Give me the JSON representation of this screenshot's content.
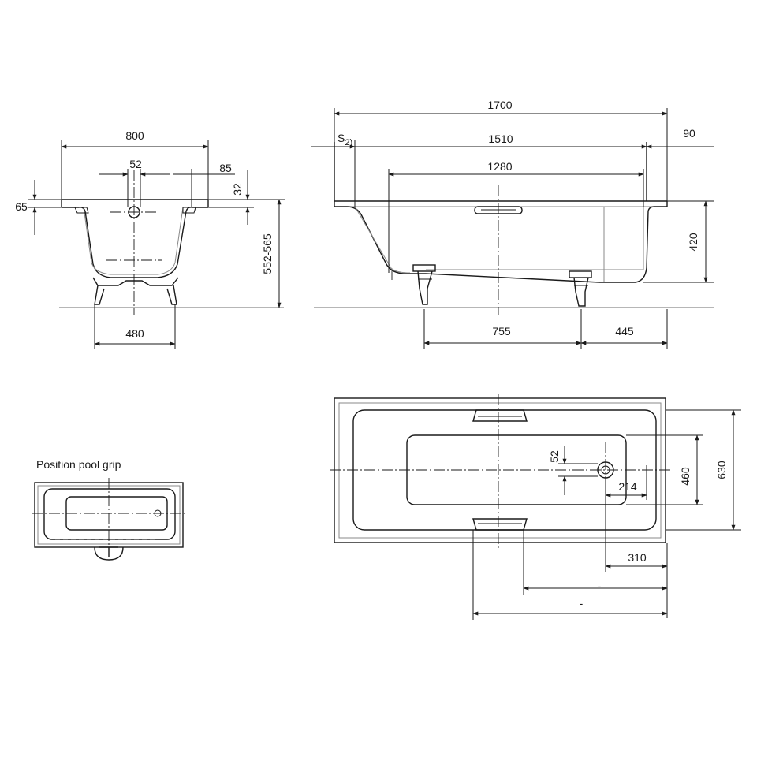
{
  "front_view": {
    "width": "800",
    "waste": "52",
    "rim": "85",
    "rim_height": "32",
    "height_left": "65",
    "total_height": "552-565",
    "feet": "480"
  },
  "side_view": {
    "length": "1700",
    "s": "S",
    "s_sub": "2)",
    "inner_length": "1510",
    "overhang": "90",
    "bottom_length": "1280",
    "depth": "420",
    "feet_spacing": "755",
    "feet_end": "445"
  },
  "top_view": {
    "waste_offset": "52",
    "waste_from_end": "214",
    "inner_width": "460",
    "total_width": "630",
    "grip_offset": "310",
    "dim_a": "-",
    "dim_b": "-"
  },
  "grip_panel": {
    "caption": "Position pool grip"
  }
}
